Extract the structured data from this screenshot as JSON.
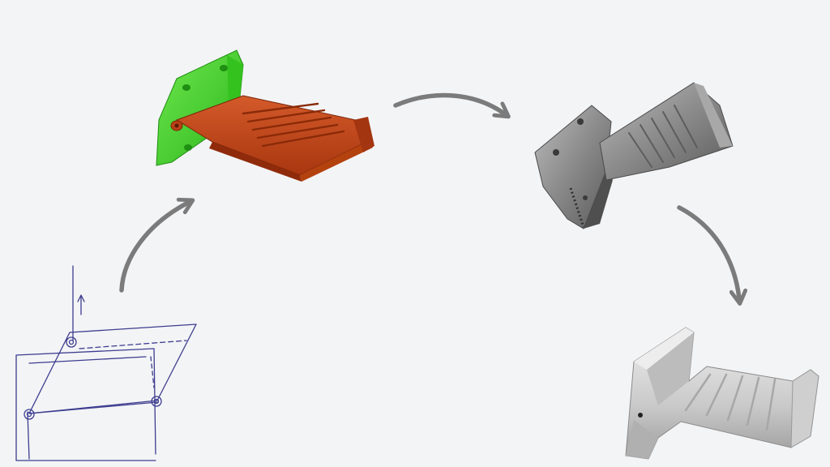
{
  "figure": {
    "stages": [
      {
        "id": "sketch",
        "kind": "hand-drawn sketch"
      },
      {
        "id": "cad",
        "kind": "CAD model"
      },
      {
        "id": "print",
        "kind": "printed part"
      },
      {
        "id": "final",
        "kind": "finished part"
      }
    ],
    "colors": {
      "background": "#f3f4f6",
      "arrow": "#7b7b7b",
      "sketch_ink": "#3d3d8f",
      "cad_mount": "#45d42c",
      "cad_body": "#c4451b",
      "print_metal": "#8f8f8f",
      "final_metal": "#d6d6d6"
    },
    "icons": [
      "curved-arrow-icon"
    ]
  }
}
